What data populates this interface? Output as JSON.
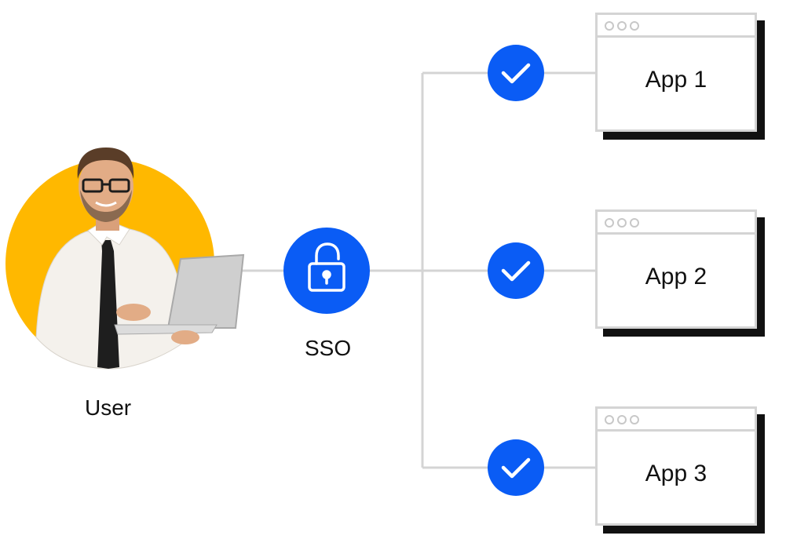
{
  "diagram": {
    "user": {
      "label": "User"
    },
    "sso": {
      "label": "SSO",
      "icon": "unlocked-padlock-icon"
    },
    "apps": [
      {
        "label": "App 1",
        "status_icon": "checkmark-icon"
      },
      {
        "label": "App 2",
        "status_icon": "checkmark-icon"
      },
      {
        "label": "App 3",
        "status_icon": "checkmark-icon"
      }
    ],
    "colors": {
      "accent_blue": "#0a5cf5",
      "user_circle_yellow": "#ffb800",
      "connector_gray": "#d4d4d4",
      "shadow": "#111111"
    }
  }
}
